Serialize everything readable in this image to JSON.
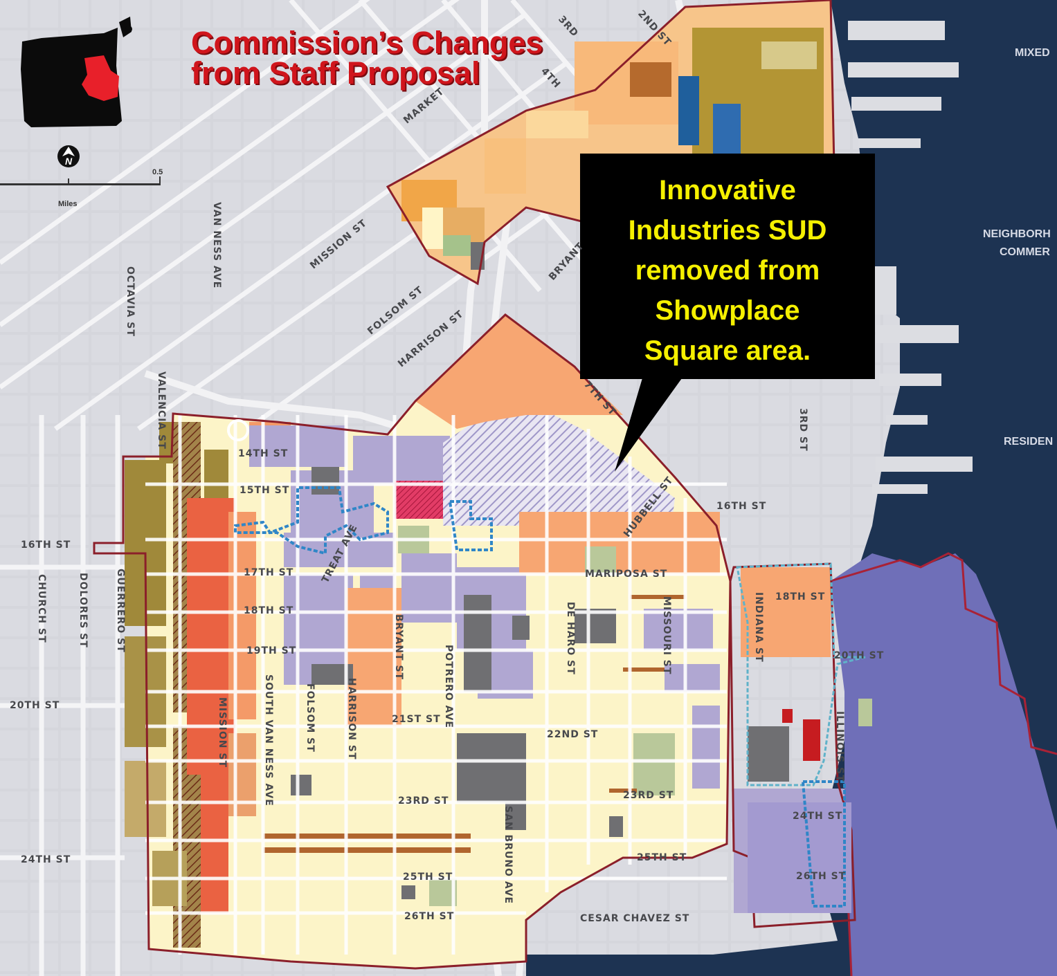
{
  "title": {
    "line1": "Commission’s Changes",
    "line2": "from Staff Proposal"
  },
  "callout": {
    "lines": [
      "Innovative",
      "Industries SUD",
      "removed from",
      "Showplace",
      "Square area."
    ]
  },
  "scale": {
    "value": "0.5",
    "unit": "Miles"
  },
  "legend_edge": {
    "mixed": "MIXED",
    "neighborhood": "NEIGHBORH",
    "commercial": "COMMER",
    "residential": "RESIDEN"
  },
  "streets": {
    "second": "2ND ST",
    "third_top": "3RD",
    "fourth": "4TH",
    "market": "MARKET",
    "mission": "MISSION ST",
    "van_ness": "VAN NESS AVE",
    "octavia": "OCTAVIA ST",
    "folsom_top": "FOLSOM ST",
    "harrison_top": "HARRISON ST",
    "bryant_top": "BRYANT",
    "seventh": "7TH ST",
    "valencia": "VALENCIA ST",
    "s14": "14TH ST",
    "s15": "15TH ST",
    "s16_left": "16TH ST",
    "s16_right": "16TH ST",
    "s17": "17TH ST",
    "s18": "18TH ST",
    "s18_right": "18TH ST",
    "s19": "19TH ST",
    "s20": "20TH ST",
    "s20_right": "20TH ST",
    "s21": "21ST ST",
    "s22": "22ND ST",
    "s23": "23RD ST",
    "s23_right": "23RD ST",
    "s24": "24TH ST",
    "s24_right": "24TH ST",
    "s25": "25TH ST",
    "s25_right": "25TH ST",
    "s26": "26TH ST",
    "s26_right": "26TH ST",
    "cesar_chavez": "CESAR CHAVEZ ST",
    "church": "CHURCH ST",
    "dolores": "DOLORES ST",
    "guerrero": "GUERRERO ST",
    "mission_low": "MISSION ST",
    "south_van_ness": "SOUTH VAN NESS AVE",
    "folsom_low": "FOLSOM ST",
    "harrison_low": "HARRISON ST",
    "bryant_low": "BRYANT ST",
    "potrero": "POTRERO AVE",
    "treat": "TREAT AVE",
    "hubbell": "HUBBELL ST",
    "mariposa": "MARIPOSA ST",
    "de_haro": "DE HARO ST",
    "missouri": "MISSOURI ST",
    "san_bruno": "SAN BRUNO AVE",
    "indiana": "INDIANA ST",
    "illinois": "ILLINOIS ST",
    "third_right": "3RD ST"
  },
  "colors": {
    "water": "#1d3352",
    "land": "#dcdde2",
    "title_red": "#d0151c",
    "callout_text": "#f5f000",
    "boundary": "#8b1f2a",
    "sud_outline": "#2f86c7"
  }
}
